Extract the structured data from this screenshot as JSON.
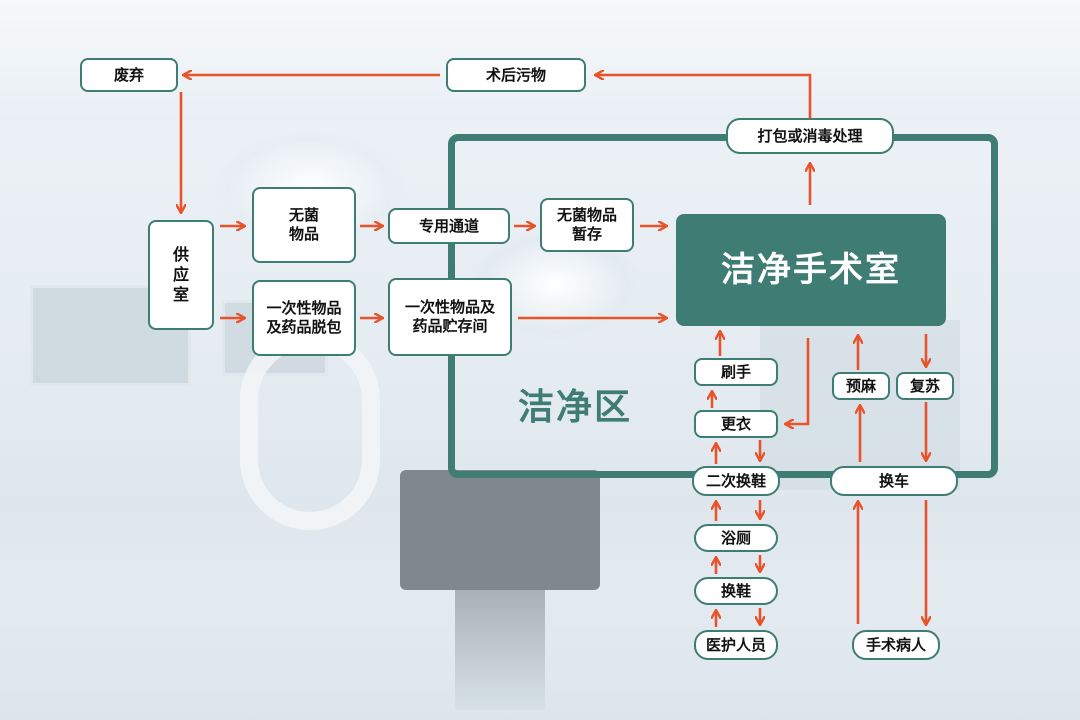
{
  "colors": {
    "accent": "#3e7c74",
    "arrow": "#e8532a"
  },
  "nodes": {
    "discard": "废弃",
    "post_op_waste": "术后污物",
    "pack_disinfect": "打包或消毒处理",
    "supply_room": "供\n应\n室",
    "sterile_items": "无菌\n物品",
    "dedicated_channel": "专用通道",
    "sterile_temp_storage": "无菌物品\n暂存",
    "clean_or": "洁净手术室",
    "disposable_unpack": "一次性物品\n及药品脱包",
    "disposable_storage": "一次性物品及\n药品贮存间",
    "scrub_hands": "刷手",
    "change_clothes": "更衣",
    "second_shoe_change": "二次换鞋",
    "bathroom": "浴厕",
    "shoe_change": "换鞋",
    "medical_staff": "医护人员",
    "pre_anesthesia": "预麻",
    "recovery": "复苏",
    "cart_change": "换车",
    "surgical_patient": "手术病人"
  },
  "zone_label": "洁净区"
}
